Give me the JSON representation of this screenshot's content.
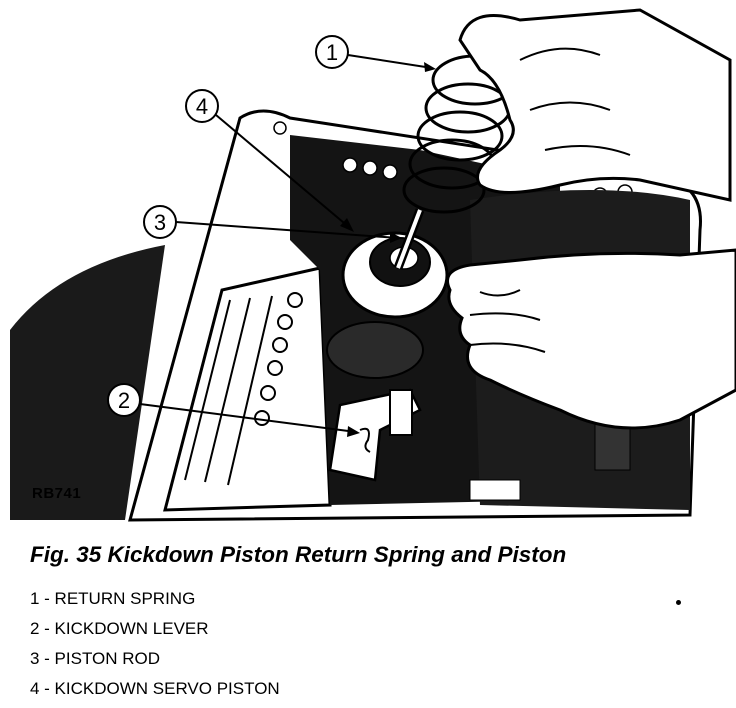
{
  "figure": {
    "reference_code": "RB741",
    "caption": "Fig. 35 Kickdown Piston Return Spring and Piston",
    "callouts": [
      {
        "number": "1",
        "label": "RETURN SPRING"
      },
      {
        "number": "2",
        "label": "KICKDOWN LEVER"
      },
      {
        "number": "3",
        "label": "PISTON ROD"
      },
      {
        "number": "4",
        "label": "KICKDOWN SERVO PISTON"
      }
    ],
    "legend": [
      "1 - RETURN SPRING",
      "2 - KICKDOWN LEVER",
      "3 - PISTON ROD",
      "4 - KICKDOWN SERVO PISTON"
    ]
  }
}
